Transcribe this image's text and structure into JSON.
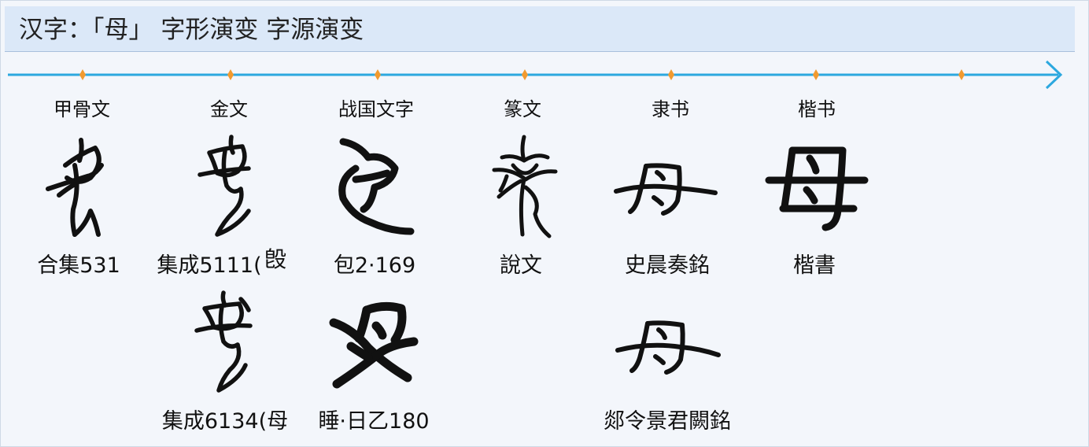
{
  "title": "汉字：「母」 字形演变 字源演变",
  "eras": [
    "甲骨文",
    "金文",
    "战国文字",
    "篆文",
    "隶书",
    "楷书"
  ],
  "sources": {
    "oracle": "合集531",
    "bronze1": "集成5111(",
    "bronze1_tail": "𣪘",
    "warring1": "包2·169",
    "seal": "說文",
    "clerical1": "史晨奏銘",
    "regular": "楷書",
    "bronze2": "集成6134(母",
    "warring2": "睡·日乙180",
    "clerical2": "郯令景君闕銘"
  },
  "colors": {
    "timeline": "#2ca8df",
    "marker": "#f29a2e",
    "title_bg": "#dbe8f8",
    "glyph": "#111111"
  }
}
